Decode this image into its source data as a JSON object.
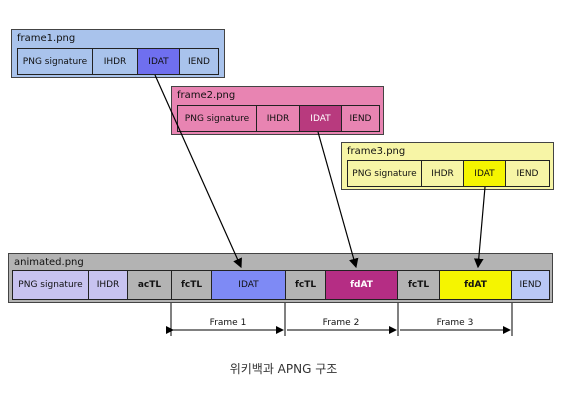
{
  "frames": [
    {
      "title": "frame1.png",
      "cells": [
        "PNG signature",
        "IHDR",
        "IDAT",
        "IEND"
      ],
      "colors": {
        "bg": "#a9c3ec",
        "body": "#a9c3ec",
        "idat": "#6f6fef"
      }
    },
    {
      "title": "frame2.png",
      "cells": [
        "PNG signature",
        "IHDR",
        "IDAT",
        "IEND"
      ],
      "colors": {
        "bg": "#e884b2",
        "body": "#e884b2",
        "idat": "#b83a7e"
      }
    },
    {
      "title": "frame3.png",
      "cells": [
        "PNG signature",
        "IHDR",
        "IDAT",
        "IEND"
      ],
      "colors": {
        "bg": "#f7f5a6",
        "body": "#f7f5a6",
        "idat": "#f5f500"
      }
    }
  ],
  "animated": {
    "title": "animated.png",
    "cells": [
      "PNG signature",
      "IHDR",
      "acTL",
      "fcTL",
      "IDAT",
      "fcTL",
      "fdAT",
      "fcTL",
      "fdAT",
      "IEND"
    ],
    "colors": {
      "bg": "#b3b3b3",
      "sig": "#c8c3f0",
      "idat": "#7e8af5",
      "fdat2": "#b52d84",
      "fdat3": "#f5f500",
      "iend": "#b9c8f5",
      "ctl": "#b3b3b3"
    }
  },
  "spans": [
    "Frame 1",
    "Frame 2",
    "Frame 3"
  ],
  "caption": "위키백과 APNG 구조"
}
